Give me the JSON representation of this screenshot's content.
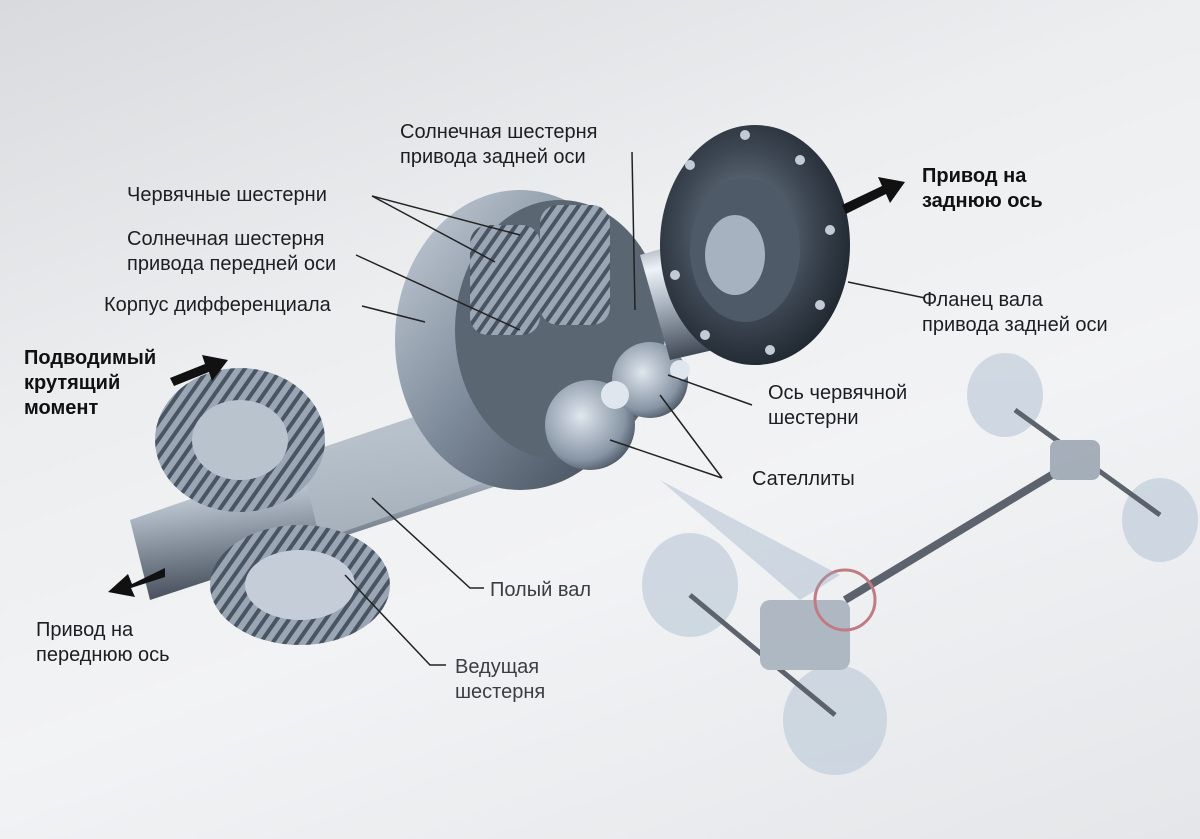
{
  "labels": {
    "sun_gear_rear": [
      "Солнечная шестерня",
      "привода задней оси"
    ],
    "worm_gears": "Червячные шестерни",
    "sun_gear_front": [
      "Солнечная шестерня",
      "привода передней оси"
    ],
    "diff_housing": "Корпус дифференциала",
    "input_torque": [
      "Подводимый",
      "крутящий",
      "момент"
    ],
    "rear_drive": [
      "Привод на",
      "заднюю ось"
    ],
    "rear_flange": [
      "Фланец вала",
      "привода задней оси"
    ],
    "worm_axle": [
      "Ось червячной",
      "шестерни"
    ],
    "satellites": "Сателлиты",
    "hollow_shaft": "Полый вал",
    "front_drive": [
      "Привод на",
      "переднюю ось"
    ],
    "drive_gear": [
      "Ведущая",
      "шестерня"
    ]
  },
  "colors": {
    "metal_light": "#e6ecf2",
    "metal_mid": "#9aa6b3",
    "metal_dark": "#2a323c",
    "text": "#1c1e22",
    "leader_line": "#222222",
    "arrow": "#111111",
    "highlight_circle": "#b25560"
  }
}
